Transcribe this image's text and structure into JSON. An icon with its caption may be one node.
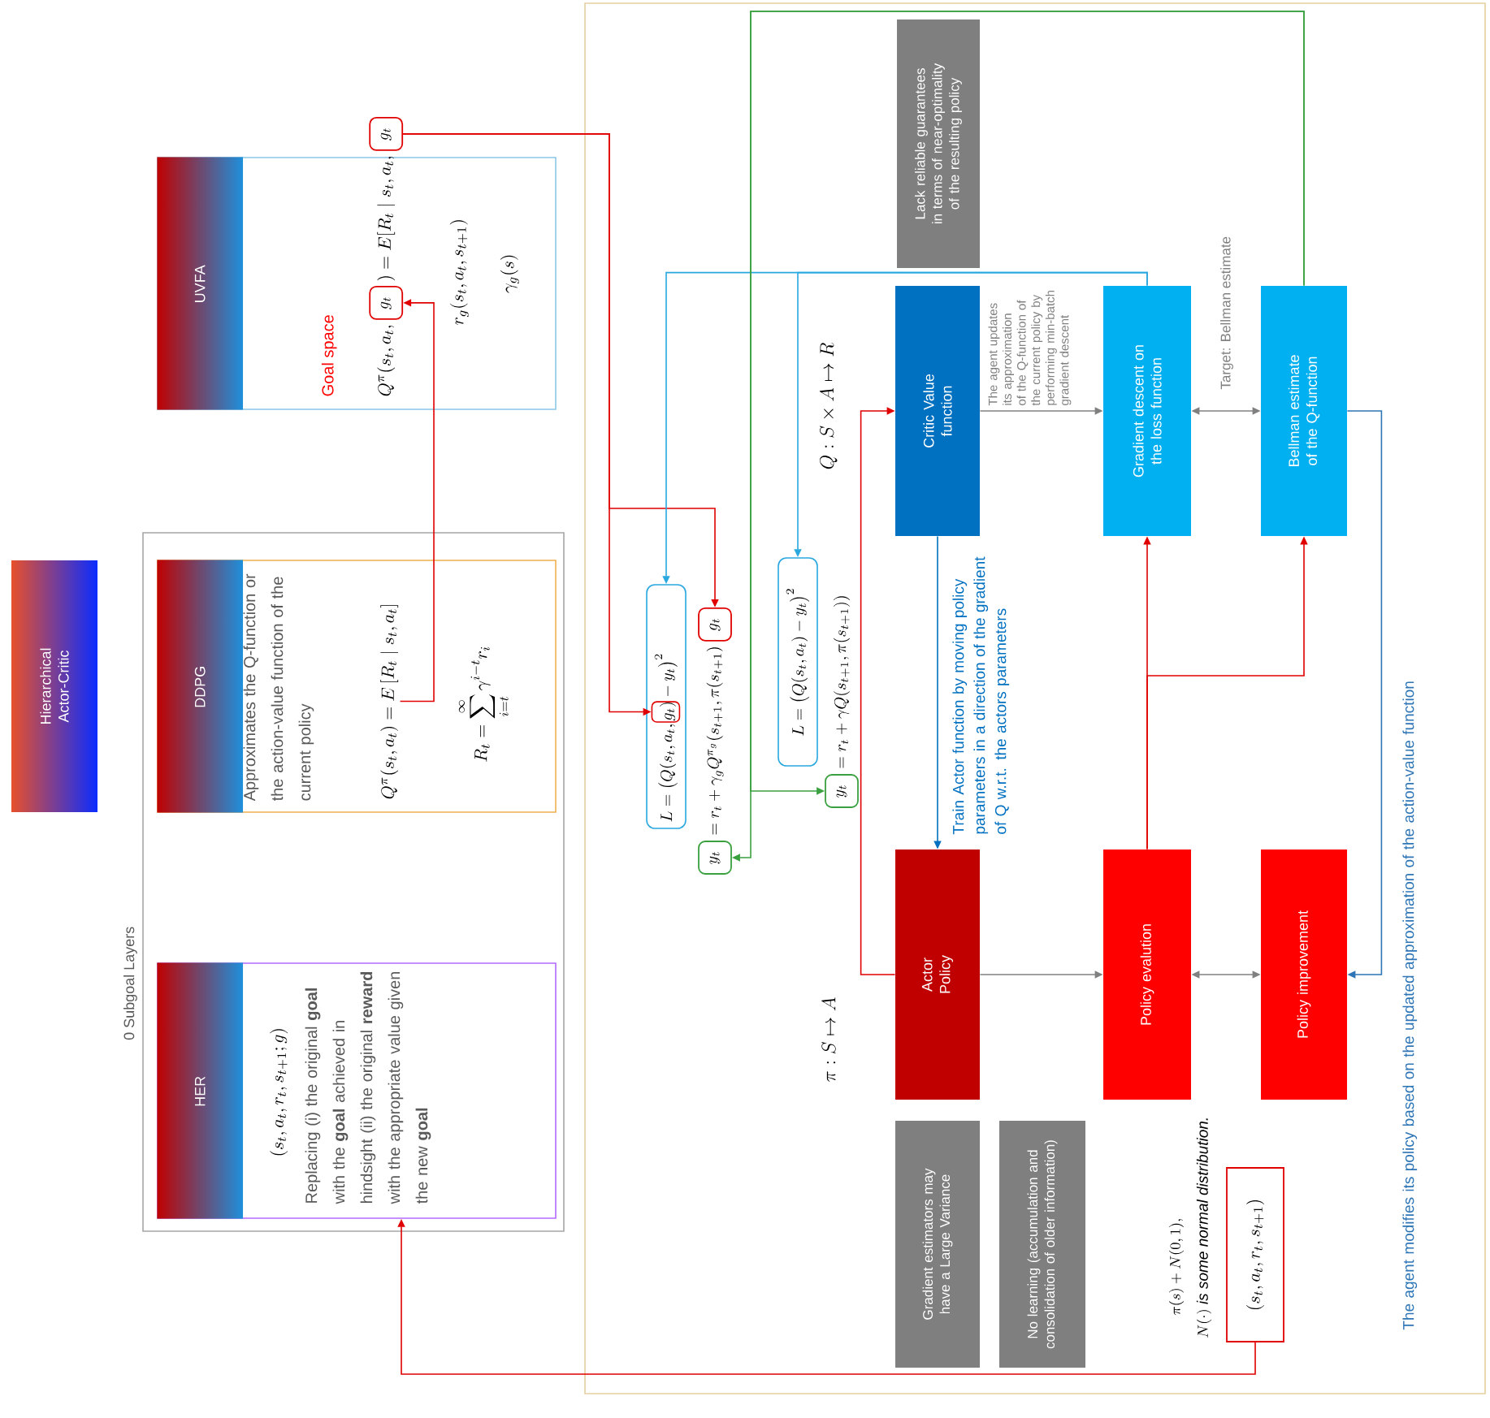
{
  "diagram": {
    "nodes": [
      {
        "text": [
          "Hierarchical Actor-Critic"
        ]
      },
      {
        "text": [
          "0 Subgoal Layers"
        ]
      },
      {
        "text": [
          "HER",
          "(s_t, a_t, r_t, s_{t+1}; g)",
          "Replacing (i) the original **goal** with the **goal** achieved in hindsight (ii) the original **reward** with the appropriate value given the new **goal**"
        ],
        "in": 1
      },
      {
        "text": [
          "DDPG",
          "Approximates the Q-function or the action-value function of the current policy",
          "Q^{\\pi}(s_t, a_t) = E\\left[R_t \\mid s_t, a_t\\right]",
          "R_t = \\sum_{i=t}^{\\infty} \\gamma^{i-t} r_i"
        ],
        "in": 1
      },
      {
        "text": [
          "UVFA",
          "Goal space",
          "Q^{\\pi}(s_t, a_t,",
          ") = E[R_t \\mid s_t, a_t,",
          "r_g(s_t, a_t, s_{t+1})",
          "\\gamma_g(s)"
        ]
      },
      {
        "text": [
          "g_t"
        ],
        "in": 4
      },
      {
        "text": [
          "g_t"
        ]
      },
      {
        "text": [],
        "shape": "box"
      },
      {
        "text": [
          "L = \\big(Q(s_t, a_t, g_t) - y_t\\big)^2"
        ],
        "in": 7
      },
      {
        "text": [],
        "shape": "box",
        "in": 8
      },
      {
        "text": [
          "y_t"
        ],
        "in": 7
      },
      {
        "text": [
          "g_t"
        ],
        "in": 7
      },
      {
        "text": [
          "L = \\big(Q(s_t, a_t) - y_t\\big)^2"
        ],
        "in": 7
      },
      {
        "text": [
          "y_t"
        ],
        "in": 7
      },
      {
        "text": [
          "Gradient estimators may have a Large Variance"
        ],
        "in": 7
      },
      {
        "text": [
          "Actor Policy"
        ],
        "in": 7
      },
      {
        "text": [
          "Critic Value function"
        ],
        "in": 7
      },
      {
        "text": [
          "Lack reliable guarantees in terms of near-optimality of the resulting policy"
        ],
        "in": 7
      },
      {
        "text": [
          "No learning (accumulation and consolidation of older information)"
        ],
        "in": 7
      },
      {
        "text": [
          "Policy evalution"
        ],
        "in": 7
      },
      {
        "text": [
          "Gradient descent on the loss function"
        ],
        "in": 7
      },
      {
        "text": [
          "(s_t, a_t, r_t, s_{t+1})"
        ],
        "in": 7
      },
      {
        "text": [
          "Policy improvement"
        ],
        "in": 7
      },
      {
        "text": [
          "Bellman estimate of the Q-function"
        ],
        "in": 7
      }
    ],
    "edges": [
      {
        "from": 3,
        "to": 5,
        "arrow": "to"
      },
      {
        "from": 6,
        "to": 9,
        "arrow": "to"
      },
      {
        "from": 6,
        "to": 11,
        "arrow": "to"
      },
      {
        "from": 20,
        "to": 8,
        "arrow": "to",
        "color": "#29a8e0"
      },
      {
        "from": 20,
        "to": 12,
        "arrow": "to",
        "color": "#29a8e0"
      },
      {
        "from": 23,
        "to": 10,
        "arrow": "to",
        "color": "#3aa040"
      },
      {
        "from": 23,
        "to": 13,
        "arrow": "to",
        "color": "#3aa040"
      },
      {
        "from": 15,
        "to": 16,
        "arrow": "to"
      },
      {
        "from": 16,
        "to": 15,
        "arrow": "to",
        "color": "#0070c0",
        "label": "Train Actor function by moving policy parameters in a direction of the gradient of Q w.r.t. the actors parameters"
      },
      {
        "from": 16,
        "to": 20,
        "arrow": "to",
        "color": "#808080",
        "label": "The agent updates its approximation of the Q-function of the current policy by performing min-batch gradient descent"
      },
      {
        "from": 20,
        "to": 23,
        "arrow": "both",
        "color": "#808080",
        "label": "Target: Bellman estimate"
      },
      {
        "from": 15,
        "to": 19,
        "arrow": "to",
        "color": "#808080"
      },
      {
        "from": 19,
        "to": 22,
        "arrow": "both",
        "color": "#808080"
      },
      {
        "from": 19,
        "to": 20,
        "arrow": "to"
      },
      {
        "from": 19,
        "to": 23,
        "arrow": "to"
      },
      {
        "from": 23,
        "to": 22,
        "arrow": "to",
        "color": "#2e75b6",
        "label": "The agent modifies its policy based on the updated approximation of the action-value function"
      },
      {
        "from": 21,
        "to": 2,
        "arrow": "to"
      }
    ],
    "labels": [
      "= r_t + \\gamma_g Q^{\\pi_g}(s_{t+1}, \\pi(s_{t+1})",
      "= r_t + \\gamma Q(s_{t+1}, \\pi(s_{t+1}))",
      "Q : S \\times A \\mapsto R",
      "\\pi : S \\mapsto A",
      "\\pi(s) + N(0,1),",
      "N(\\cdot) \\textit{ is some normal distribution.}"
    ]
  }
}
